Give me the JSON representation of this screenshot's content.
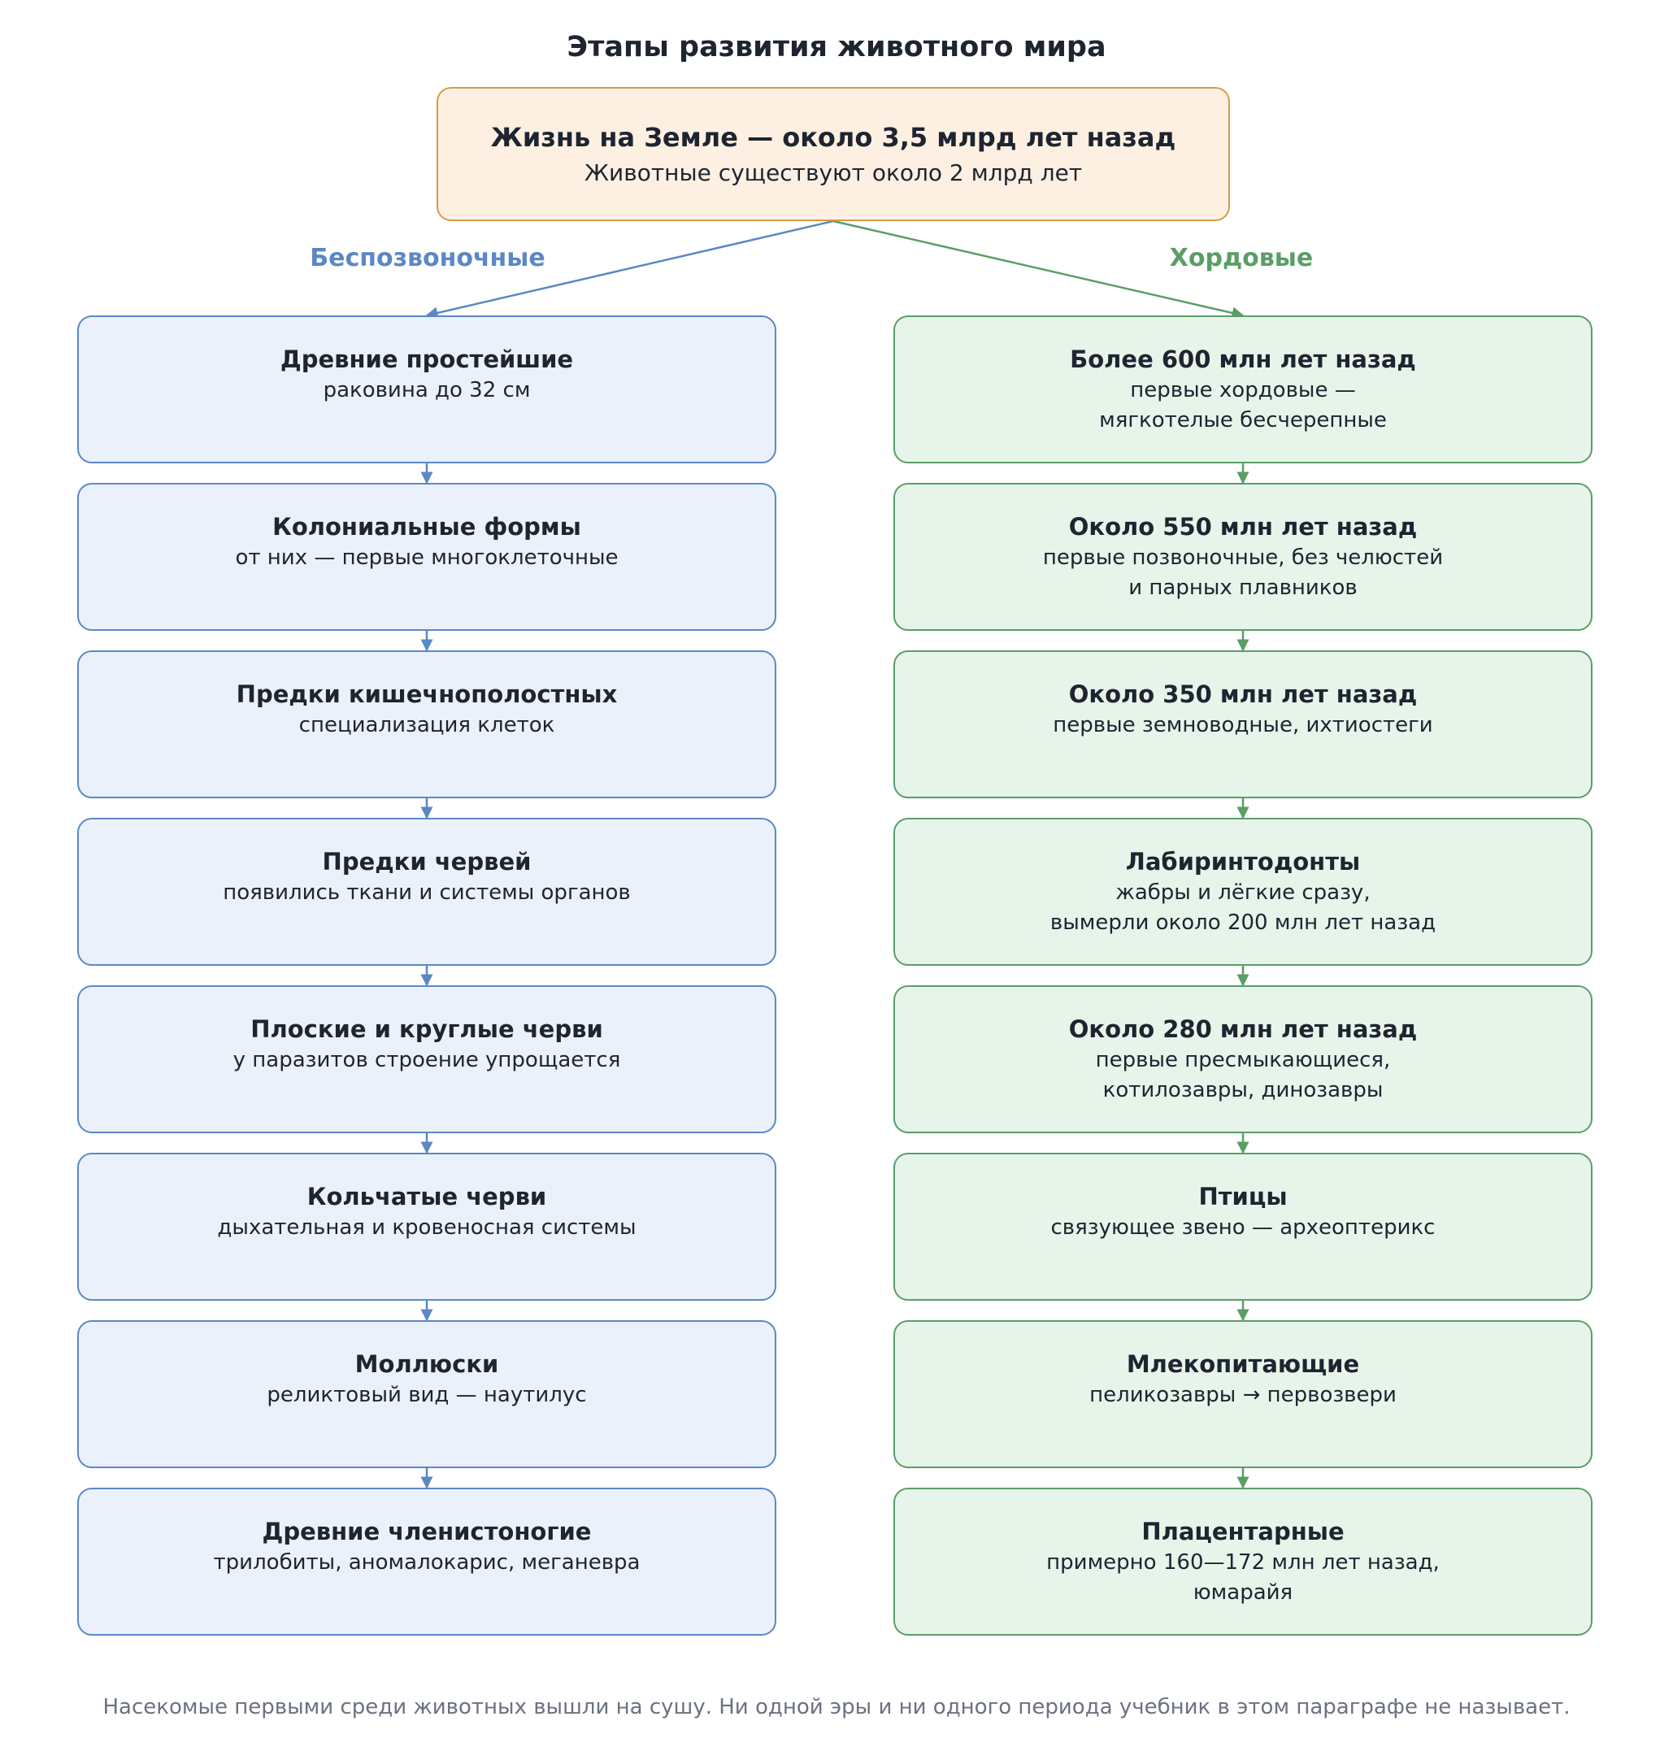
{
  "title": "Этапы развития животного мира",
  "root": {
    "title": "Жизнь на Земле — около 3,5 млрд лет назад",
    "subtitle": "Животные существуют около 2 млрд лет"
  },
  "colors": {
    "invertebrates": "#5b88c4",
    "chordates": "#5a9e65",
    "root_border": "#d99a45"
  },
  "branches": {
    "invertebrates": {
      "label": "Беспозвоночные",
      "stages": [
        {
          "title": "Древние простейшие",
          "desc": "раковина до 32 см"
        },
        {
          "title": "Колониальные формы",
          "desc": "от них — первые многоклеточные"
        },
        {
          "title": "Предки кишечнополостных",
          "desc": "специализация клеток"
        },
        {
          "title": "Предки червей",
          "desc": "появились ткани и системы органов"
        },
        {
          "title": "Плоские и круглые черви",
          "desc": "у паразитов строение упрощается"
        },
        {
          "title": "Кольчатые черви",
          "desc": "дыхательная и кровеносная системы"
        },
        {
          "title": "Моллюски",
          "desc": "реликтовый вид — наутилус"
        },
        {
          "title": "Древние членистоногие",
          "desc": "трилобиты, аномалокарис, меганевра"
        }
      ]
    },
    "chordates": {
      "label": "Хордовые",
      "stages": [
        {
          "title": "Более 600 млн лет назад",
          "desc": "первые хордовые —\nмягкотелые бесчерепные"
        },
        {
          "title": "Около 550 млн лет назад",
          "desc": "первые позвоночные, без челюстей\nи парных плавников"
        },
        {
          "title": "Около 350 млн лет назад",
          "desc": "первые земноводные, ихтиостеги"
        },
        {
          "title": "Лабиринтодонты",
          "desc": "жабры и лёгкие сразу,\nвымерли около 200 млн лет назад"
        },
        {
          "title": "Около 280 млн лет назад",
          "desc": "первые пресмыкающиеся,\nкотилозавры, динозавры"
        },
        {
          "title": "Птицы",
          "desc": "связующее звено — археоптерикс"
        },
        {
          "title": "Млекопитающие",
          "desc": "пеликозавры → первозвери"
        },
        {
          "title": "Плацентарные",
          "desc": "примерно 160—172 млн лет назад,\nюмарайя"
        }
      ]
    }
  },
  "footnote": "Насекомые первыми среди животных вышли на сушу. Ни одной эры и ни одного периода учебник в этом параграфе не называет."
}
